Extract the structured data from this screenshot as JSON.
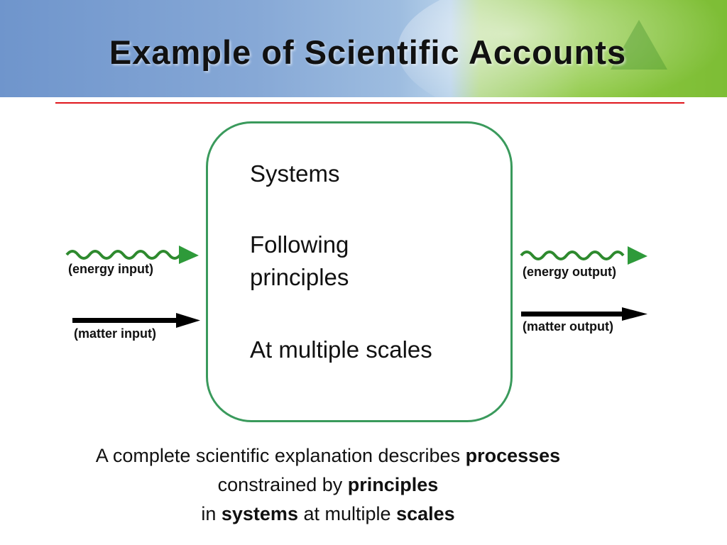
{
  "header": {
    "title": "Example of Scientific Accounts"
  },
  "system": {
    "line1": "Systems",
    "line2a": "Following",
    "line2b": "principles",
    "line3": "At multiple scales"
  },
  "inputs": {
    "energy": "(energy input)",
    "matter": "(matter input)"
  },
  "outputs": {
    "energy": "(energy output)",
    "matter": "(matter output)"
  },
  "caption": {
    "l1_pre": "A complete scientific explanation describes",
    "l1_bold": "processes",
    "l2_pre": "constrained by",
    "l2_bold": "principles",
    "l3_pre": "in",
    "l3_bold1": "systems",
    "l3_mid": "at multiple",
    "l3_bold2": "scales"
  },
  "colors": {
    "box_border": "#3a9a5c",
    "rule": "#e0161c",
    "energy_wave": "#2e8a2e"
  }
}
